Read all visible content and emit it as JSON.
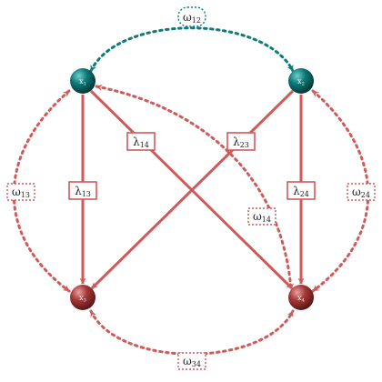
{
  "colors": {
    "teal": "#0e7a7a",
    "teal_dark": "#0a4f4f",
    "red": "#d05a5a",
    "red_dark": "#8a2a2a",
    "white": "#ffffff"
  },
  "nodes": {
    "x1": {
      "label": "x",
      "sub": "1"
    },
    "x2": {
      "label": "x",
      "sub": "2"
    },
    "x3": {
      "label": "x",
      "sub": "3"
    },
    "x4": {
      "label": "x",
      "sub": "4"
    }
  },
  "edges": {
    "lambda13": {
      "label": "λ",
      "sub": "13"
    },
    "lambda14": {
      "label": "λ",
      "sub": "14"
    },
    "lambda23": {
      "label": "λ",
      "sub": "23"
    },
    "lambda24": {
      "label": "λ",
      "sub": "24"
    }
  },
  "omegas": {
    "omega12": {
      "label": "ω",
      "sub": "12"
    },
    "omega13": {
      "label": "ω",
      "sub": "13"
    },
    "omega14": {
      "label": "ω",
      "sub": "14"
    },
    "omega24": {
      "label": "ω",
      "sub": "24"
    },
    "omega34": {
      "label": "ω",
      "sub": "34"
    }
  }
}
